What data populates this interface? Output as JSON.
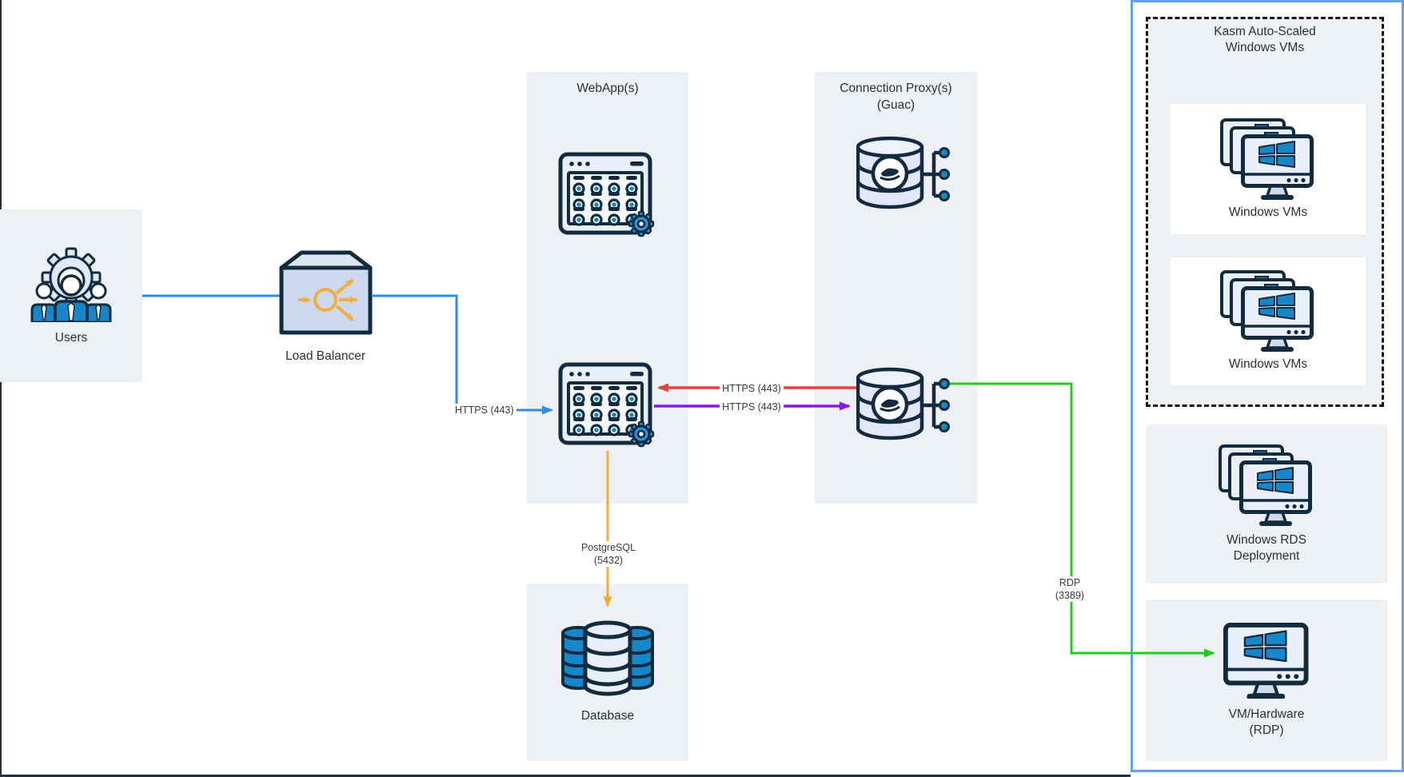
{
  "nodes": {
    "users": {
      "label": "Users"
    },
    "load_balancer": {
      "label": "Load Balancer"
    },
    "webapps": {
      "title": "WebApp(s)"
    },
    "connection_proxy": {
      "title": "Connection Proxy(s)",
      "subtitle": "(Guac)"
    },
    "database": {
      "label": "Database"
    },
    "kasm_group": {
      "title": "Kasm Auto-Scaled",
      "subtitle": "Windows VMs",
      "cards": [
        {
          "label": "Windows VMs"
        },
        {
          "label": "Windows VMs"
        }
      ]
    },
    "windows_rds": {
      "label": "Windows RDS",
      "sublabel": "Deployment"
    },
    "vm_hardware": {
      "label": "VM/Hardware",
      "sublabel": "(RDP)"
    }
  },
  "edges": {
    "users_to_lb": {
      "color": "#2f8ceb"
    },
    "lb_https": {
      "label": "HTTPS (443)",
      "color": "#2f8ceb"
    },
    "proxy_to_webapp_https": {
      "label": "HTTPS (443)",
      "color": "#ef3f3f"
    },
    "webapp_to_proxy_https": {
      "label": "HTTPS (443)",
      "color": "#8a16e8"
    },
    "postgres": {
      "label": "PostgreSQL",
      "sublabel": "(5432)",
      "color": "#f5ab3d"
    },
    "rdp": {
      "label": "RDP",
      "sublabel": "(3389)",
      "color": "#27c727"
    }
  },
  "icons": {
    "users": "users-group-gear-icon",
    "load_balancer": "load-balancer-box-icon",
    "webapp": "browser-app-grid-gear-icon",
    "proxy": "guacamole-database-connector-icon",
    "database": "database-cylinders-icon",
    "windows_stack": "stacked-windows-monitors-icon",
    "monitor": "windows-monitor-icon"
  },
  "colors": {
    "panel_bg": "#edf1f6",
    "outline_navy": "#132b3f",
    "accent_blue": "#1787c9",
    "container_border": "#63a1e8",
    "lb_arrow_orange": "#f5ab3d"
  }
}
